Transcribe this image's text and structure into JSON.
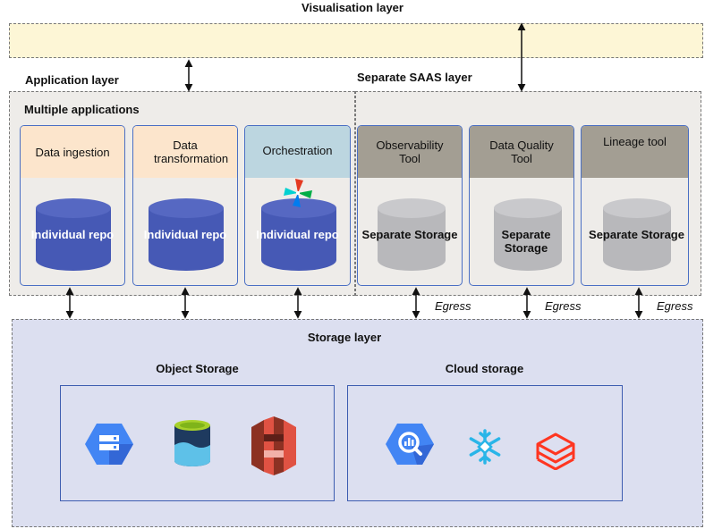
{
  "visualisation_layer": {
    "title": "Visualisation layer"
  },
  "application_layer": {
    "title": "Application layer",
    "subtitle": "Multiple applications"
  },
  "saas_layer": {
    "title": "Separate SAAS layer"
  },
  "applications": [
    {
      "label": "Data ingestion",
      "storage_label": "Individual repo",
      "head_color": "#fce5cc"
    },
    {
      "label": "Data transformation",
      "storage_label": "Individual repo",
      "head_color": "#fce5cc"
    },
    {
      "label": "Orchestration",
      "storage_label": "Individual repo",
      "head_color": "#bcd6e0"
    }
  ],
  "saas_tools": [
    {
      "label": "Observability Tool",
      "storage_label": "Separate Storage",
      "head_color": "#a39e93"
    },
    {
      "label": "Data Quality Tool",
      "storage_label": "Separate Storage",
      "head_color": "#a39e93"
    },
    {
      "label": "Lineage tool",
      "storage_label": "Separate Storage",
      "head_color": "#a39e93"
    }
  ],
  "egress_label": "Egress",
  "storage_layer": {
    "title": "Storage layer",
    "object_storage": {
      "title": "Object Storage",
      "icons": [
        "gcs-icon",
        "azure-data-lake-icon",
        "aws-s3-icon"
      ]
    },
    "cloud_storage": {
      "title": "Cloud storage",
      "icons": [
        "bigquery-icon",
        "snowflake-icon",
        "databricks-icon"
      ]
    }
  },
  "colors": {
    "visualisation_fill": "#fdf6d6",
    "layer_fill": "#eeece9",
    "storage_fill": "#dcdff0",
    "repo_cylinder": "#4659b5",
    "saas_cylinder": "#b8b8bb",
    "card_border": "#4a6fc4"
  }
}
